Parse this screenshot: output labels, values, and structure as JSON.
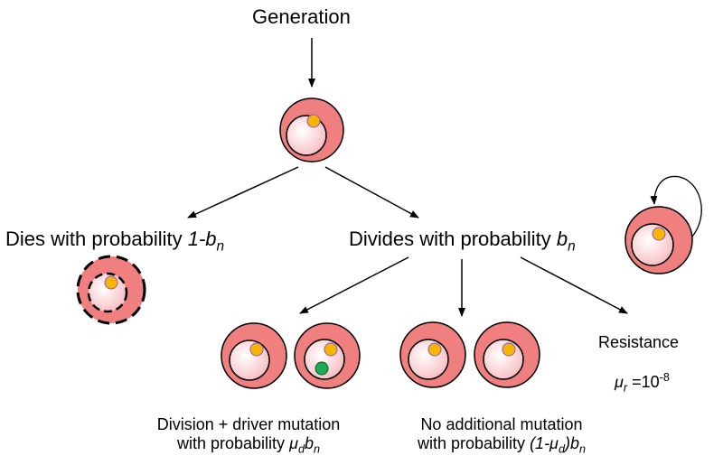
{
  "title": "Generation",
  "dies": {
    "text": "Dies with probability ",
    "prob": "1-b",
    "prob_sub": "n"
  },
  "divides": {
    "text": "Divides with probability ",
    "prob": "b",
    "prob_sub": "n"
  },
  "resistance": {
    "label": "Resistance",
    "symbol": "μ",
    "symbol_sub": "r",
    "eq": " =10",
    "exp": "-8"
  },
  "driver_caption": {
    "line1": "Division + driver mutation",
    "line2_text": "with probability ",
    "mu": "μ",
    "mu_sub": "d",
    "b": "b",
    "b_sub": "n"
  },
  "no_mutation_caption": {
    "line1": "No additional mutation",
    "line2_text": "with probability ",
    "expr_open": "(1-μ",
    "expr_sub": "d",
    "expr_close": ")",
    "b": "b",
    "b_sub": "n"
  },
  "colors": {
    "outer_cell": "#f08080",
    "inner_cell": "#fbd0d3",
    "nucleus": "#f7b500",
    "driver_mutation": "#1faa55",
    "outline": "#000000"
  }
}
